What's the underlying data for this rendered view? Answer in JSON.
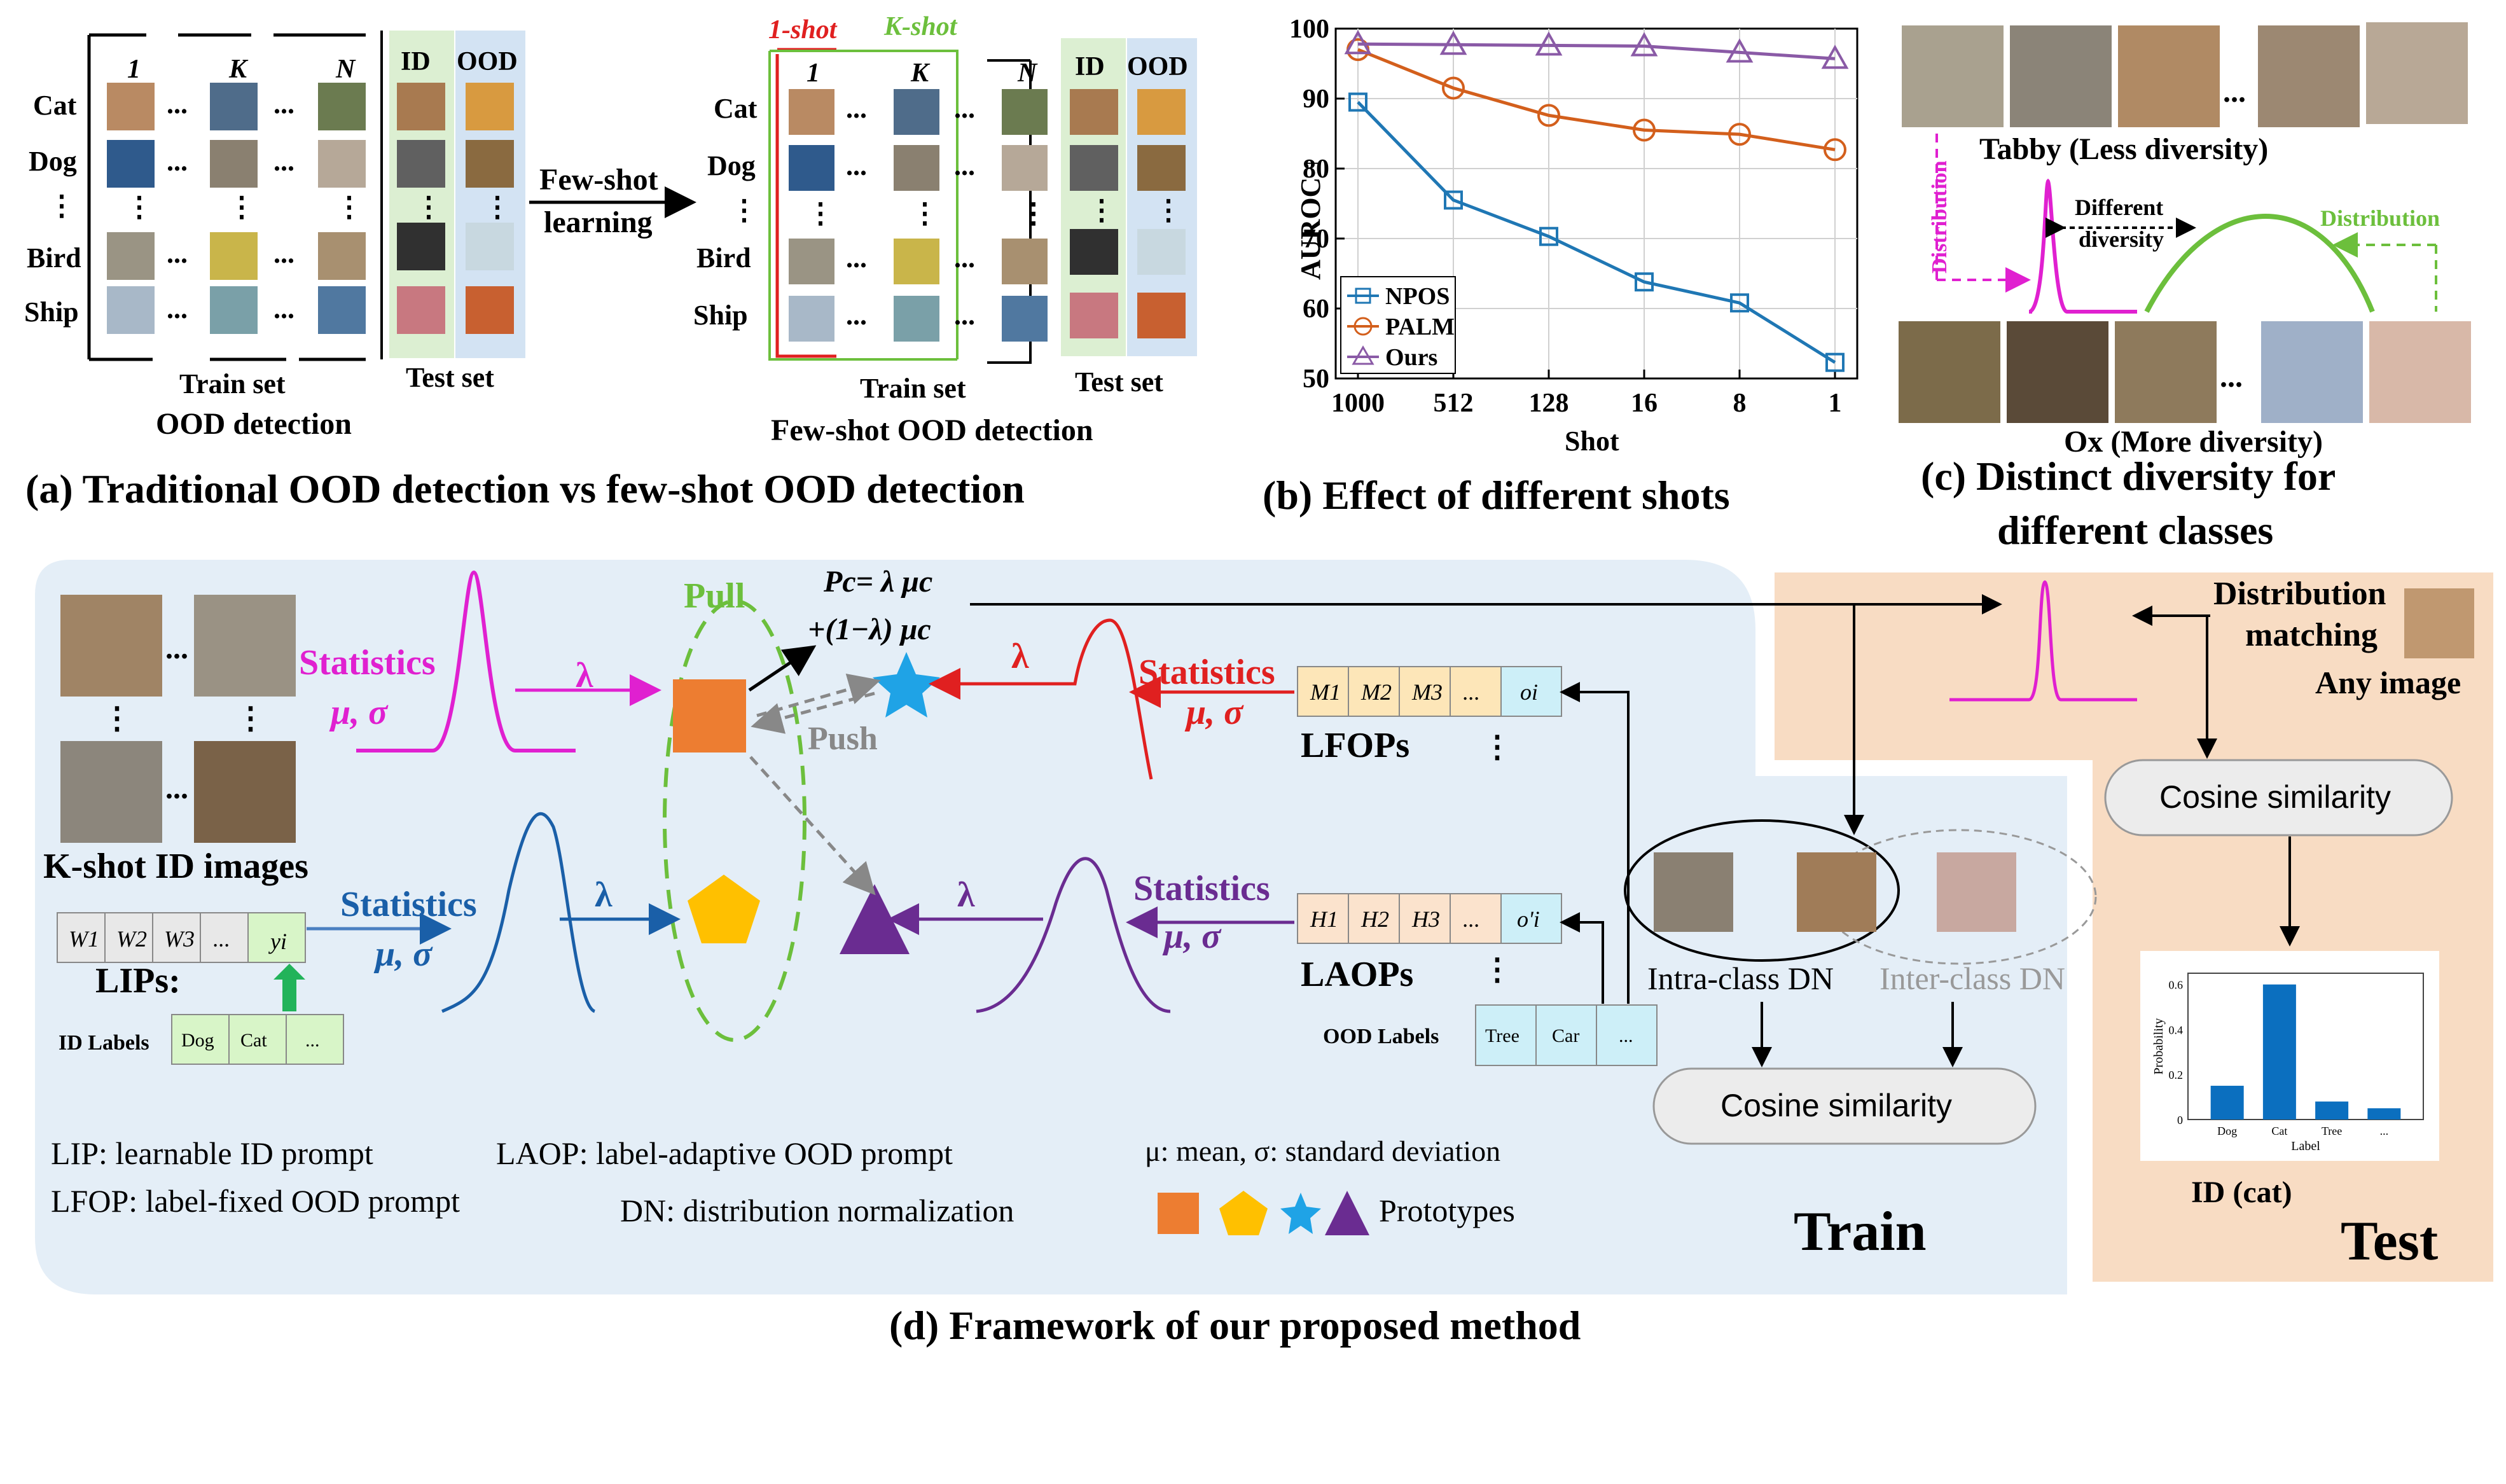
{
  "panel_a": {
    "caption": "(a) Traditional OOD detection vs few-shot OOD detection",
    "col_labels": [
      "1",
      "K",
      "N"
    ],
    "row_labels": [
      "Cat",
      "Dog",
      "Bird",
      "Ship"
    ],
    "dots": "...",
    "vdots": "⋮",
    "id_label": "ID",
    "ood_label": "OOD",
    "train_set": "Train set",
    "test_set": "Test set",
    "left_title": "OOD detection",
    "arrow_line1": "Few-shot",
    "arrow_line2": "learning",
    "one_shot": "1-shot",
    "k_shot": "K-shot",
    "right_title": "Few-shot OOD detection"
  },
  "panel_b": {
    "caption": "(b) Effect of different shots"
  },
  "chart_data": {
    "type": "line",
    "categories": [
      "1000",
      "512",
      "128",
      "16",
      "8",
      "1"
    ],
    "xlabel": "Shot",
    "ylabel": "AUROC ↑",
    "ylim": [
      50,
      100
    ],
    "yticks": [
      "50",
      "60",
      "70",
      "80",
      "90",
      "100"
    ],
    "legend_position": "bottom-left",
    "series": [
      {
        "name": "NPOS",
        "marker": "square",
        "color": "#1f77b4",
        "values": [
          89.5,
          75.5,
          70.3,
          63.8,
          60.8,
          52.3
        ]
      },
      {
        "name": "PALM",
        "marker": "circle",
        "color": "#d35f1c",
        "values": [
          97.0,
          91.5,
          87.6,
          85.5,
          84.9,
          82.7
        ]
      },
      {
        "name": "Ours",
        "marker": "triangle",
        "color": "#8a5aa6",
        "values": [
          97.8,
          97.7,
          97.6,
          97.5,
          96.6,
          95.7
        ]
      }
    ]
  },
  "panel_c": {
    "tabby_label": "Tabby (Less diversity)",
    "ox_label": "Ox (More diversity)",
    "distribution_left": "Distribution",
    "different": "Different",
    "diversity": "diversity",
    "distribution_right": "Distribution",
    "caption_line1": "(c) Distinct diversity for",
    "caption_line2": "different classes"
  },
  "panel_d": {
    "caption": "(d) Framework of our proposed method",
    "kshot_label": "K-shot ID images",
    "statistics": "Statistics",
    "mu_sigma": "μ, σ",
    "lambda": "λ",
    "pull": "Pull",
    "push": "Push",
    "pc_line1": "Pc= λ μc",
    "pc_line2": "+(1−λ) μc",
    "lfop_cells": [
      "M1",
      "M2",
      "M3",
      "...",
      "oi"
    ],
    "laop_cells": [
      "H1",
      "H2",
      "H3",
      "...",
      "o'i"
    ],
    "lip_cells": [
      "W1",
      "W2",
      "W3",
      "...",
      "yi"
    ],
    "lfops": "LFOPs",
    "laops": "LAOPs",
    "lips": "LIPs:",
    "id_labels_title": "ID Labels",
    "id_labels": [
      "Dog",
      "Cat",
      "..."
    ],
    "ood_labels_title": "OOD Labels",
    "ood_labels": [
      "Tree",
      "Car",
      "..."
    ],
    "intra_dn": "Intra-class DN",
    "inter_dn": "Inter-class DN",
    "cosine": "Cosine similarity",
    "legend_lip": "LIP: learnable ID prompt",
    "legend_laop": "LAOP: label-adaptive OOD prompt",
    "legend_mu": "μ: mean, σ: standard deviation",
    "legend_lfop": "LFOP: label-fixed OOD prompt",
    "legend_dn": "DN: distribution normalization",
    "legend_proto": "Prototypes",
    "train": "Train",
    "test": "Test",
    "dist_matching_1": "Distribution",
    "dist_matching_2": "matching",
    "any_image": "Any image",
    "id_cat": "ID (cat)",
    "mini_chart": {
      "ylabel": "Probability",
      "xlabel": "Label",
      "categories": [
        "Dog",
        "Cat",
        "Tree",
        "..."
      ],
      "values": [
        0.15,
        0.6,
        0.08,
        0.05
      ],
      "yticks": [
        "0",
        "0.2",
        "0.4",
        "0.6"
      ]
    }
  }
}
